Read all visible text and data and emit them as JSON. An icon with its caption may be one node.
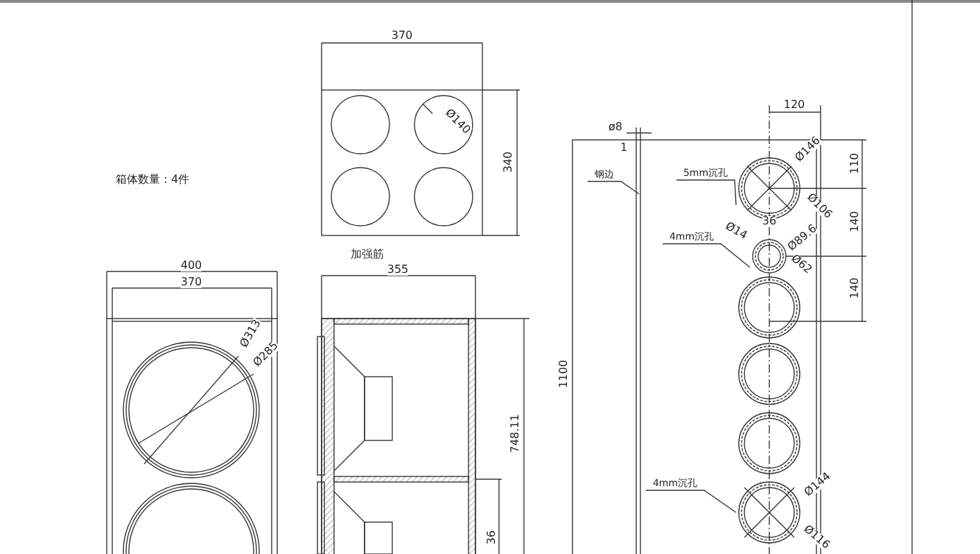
{
  "diagram": {
    "nodes": [
      {
        "text": [
          "钢边"
        ]
      },
      {
        "text": [
          "5mm沉孔"
        ]
      },
      {
        "text": [
          "4mm沉孔"
        ]
      },
      {
        "text": [
          "4mm沉孔"
        ]
      }
    ],
    "edges": [
      {
        "from": 0,
        "to": null,
        "arrow": "none"
      },
      {
        "from": 1,
        "to": null,
        "arrow": "none"
      },
      {
        "from": 2,
        "to": null,
        "arrow": "none"
      },
      {
        "from": 3,
        "to": null,
        "arrow": "none"
      }
    ],
    "labels": [
      "370",
      "Ø140",
      "340",
      "箱体数量：4件",
      "400",
      "370",
      "ø8",
      "1",
      "120",
      "Ø146",
      "110",
      "Ø106",
      "36",
      "140",
      "Ø14",
      "Ø89.6",
      "Ø62",
      "140",
      "加强筋",
      "355",
      "Ø313",
      "Ø285",
      "1100",
      "748.11",
      "Ø144",
      "36",
      "Ø116"
    ]
  }
}
